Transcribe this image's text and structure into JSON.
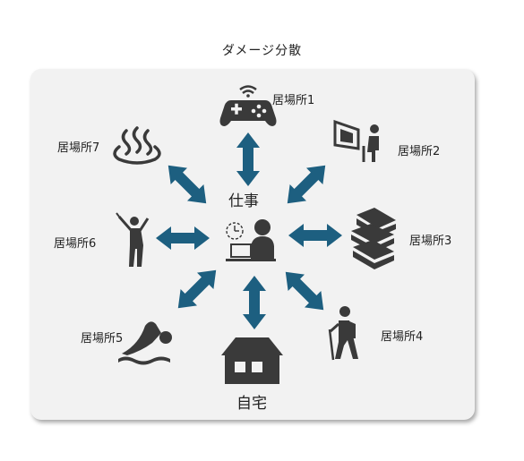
{
  "title": "ダメージ分散",
  "center": {
    "label": "仕事"
  },
  "home": {
    "label": "自宅"
  },
  "places": [
    {
      "label": "居場所1",
      "icon": "game-controller-icon"
    },
    {
      "label": "居場所2",
      "icon": "presentation-icon"
    },
    {
      "label": "居場所3",
      "icon": "books-icon"
    },
    {
      "label": "居場所4",
      "icon": "hiker-icon"
    },
    {
      "label": "居場所5",
      "icon": "swimmer-icon"
    },
    {
      "label": "居場所6",
      "icon": "golfer-icon"
    },
    {
      "label": "居場所7",
      "icon": "hot-spring-icon"
    }
  ],
  "colors": {
    "arrow": "#1d5f80",
    "icon": "#3a3a3a",
    "panel": "#f2f2f2"
  }
}
